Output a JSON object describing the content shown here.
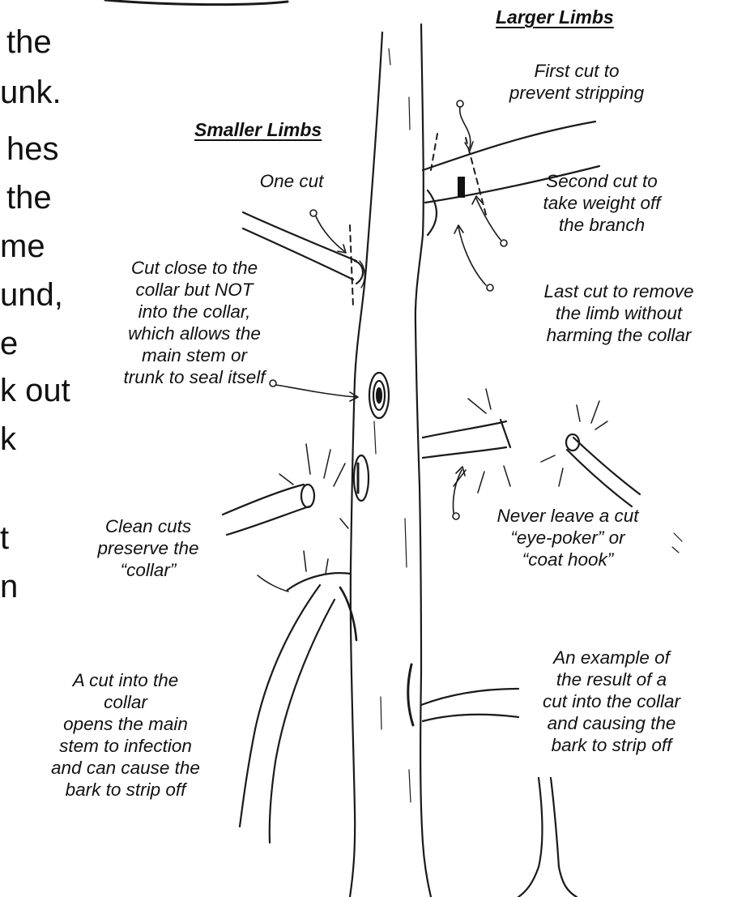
{
  "body_text_fragments": [
    "the",
    "unk.",
    "hes",
    "the",
    "me",
    "und,",
    "e",
    "k out",
    "k",
    "t",
    "n"
  ],
  "headings": {
    "larger_limbs": "Larger Limbs",
    "smaller_limbs": "Smaller Limbs"
  },
  "labels": {
    "first_cut": [
      "First cut to",
      "prevent stripping"
    ],
    "second_cut": [
      "Second cut to",
      "take weight off",
      "the branch"
    ],
    "last_cut": [
      "Last cut to remove",
      "the limb without",
      "harming the collar"
    ],
    "one_cut": [
      "One cut"
    ],
    "cut_close": [
      "Cut close to the",
      "collar but NOT",
      "into the collar,",
      "which allows the",
      "main stem or",
      "trunk to seal itself"
    ],
    "clean_cuts": [
      "Clean cuts",
      "preserve the",
      "“collar”"
    ],
    "never_leave": [
      "Never leave a cut",
      "“eye-poker” or",
      "“coat hook”"
    ],
    "cut_into_collar": [
      "A cut into the",
      "collar",
      "opens the main",
      "stem to infection",
      "and can cause the",
      "bark to strip off"
    ],
    "example_result": [
      "An example of",
      "the result of a",
      "cut into the collar",
      "and causing the",
      "bark to strip off"
    ]
  }
}
